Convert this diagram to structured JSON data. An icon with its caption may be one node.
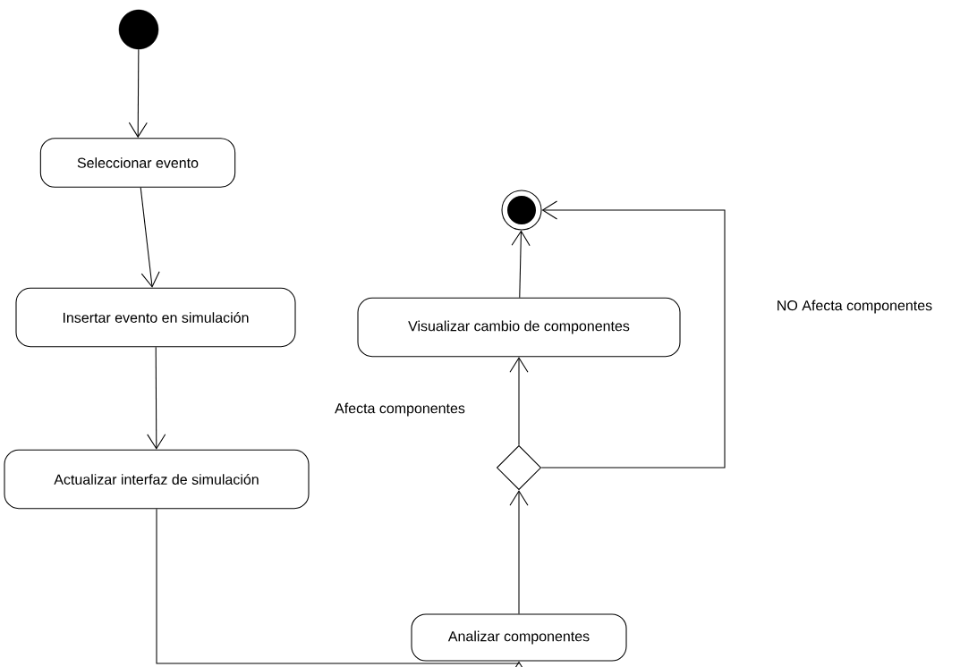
{
  "diagram": {
    "nodes": [
      {
        "text": [],
        "shape": "circle"
      },
      {
        "text": [
          "Seleccionar evento"
        ]
      },
      {
        "text": [
          "Insertar evento en simulación"
        ]
      },
      {
        "text": [
          "Actualizar interfaz de simulación"
        ]
      },
      {
        "text": [
          "Analizar componentes"
        ]
      },
      {
        "text": [],
        "shape": "diamond"
      },
      {
        "text": [
          "Visualizar cambio de componentes"
        ]
      },
      {
        "text": [],
        "shape": "bullseye"
      }
    ],
    "edges": [
      {
        "from": 0,
        "to": 1,
        "arrow": "to"
      },
      {
        "from": 1,
        "to": 2,
        "arrow": "to"
      },
      {
        "from": 2,
        "to": 3,
        "arrow": "to"
      },
      {
        "from": 3,
        "to": 4,
        "arrow": "to"
      },
      {
        "from": 4,
        "to": 5,
        "arrow": "to"
      },
      {
        "from": 5,
        "to": 6,
        "arrow": "to",
        "label": "Afecta componentes"
      },
      {
        "from": 5,
        "to": 7,
        "arrow": "to",
        "label": "NO Afecta componentes"
      },
      {
        "from": 6,
        "to": 7,
        "arrow": "to"
      }
    ]
  }
}
